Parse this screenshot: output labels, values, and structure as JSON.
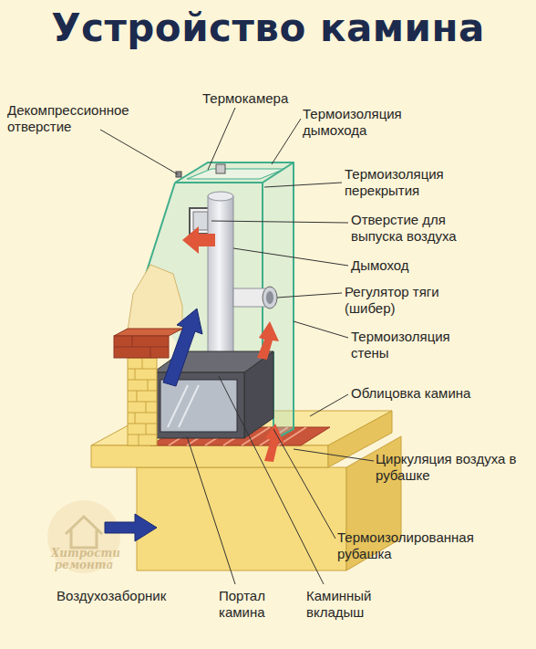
{
  "diagram": {
    "title": "Устройство камина",
    "labels": [
      "Декомпрессионное отверстие",
      "Термокамера",
      "Термоизоляция дымохода",
      "Термоизоляция перекрытия",
      "Отверстие для выпуска воздуха",
      "Дымоход",
      "Регулятор тяги (шибер)",
      "Термоизоляция стены",
      "Облицовка камина",
      "Циркуляция воздуха в рубашке",
      "Термоизолированная рубашка",
      "Воздухозаборник",
      "Портал камина",
      "Каминный вкладыш",
      "Хитрости ремонта"
    ]
  }
}
